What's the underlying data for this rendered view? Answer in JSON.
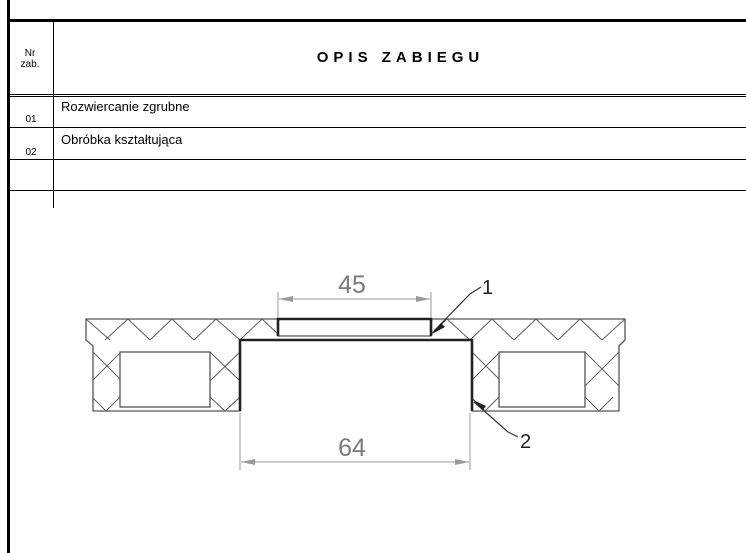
{
  "header": {
    "nr_label_1": "Nr",
    "nr_label_2": "zab.",
    "title": "OPIS ZABIEGU"
  },
  "operations": [
    {
      "number": "01",
      "description": "Rozwiercanie zgrubne"
    },
    {
      "number": "02",
      "description": "Obróbka kształtująca"
    }
  ],
  "drawing": {
    "dim_top": "45",
    "dim_bottom": "64",
    "callout_1": "1",
    "callout_2": "2",
    "line_color": "#555555",
    "dim_color": "#888888"
  }
}
